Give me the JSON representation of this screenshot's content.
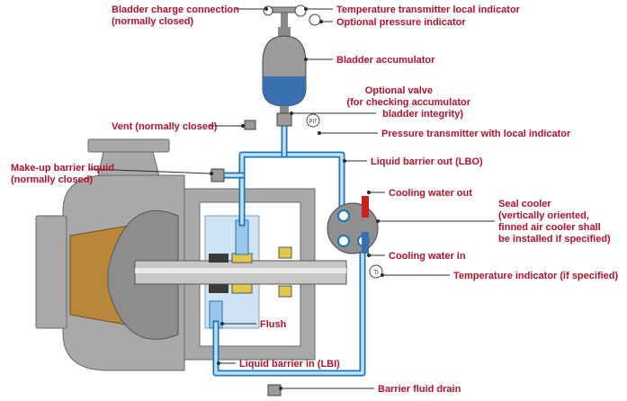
{
  "labels": {
    "bladder_charge": [
      "Bladder charge connection",
      "(normally closed)"
    ],
    "temp_transmitter": [
      "Temperature transmitter local indicator"
    ],
    "optional_pressure": [
      "Optional pressure indicator"
    ],
    "bladder_accumulator": [
      "Bladder accumulator"
    ],
    "optional_valve": [
      "Optional valve",
      "(for checking accumulator",
      "bladder integrity)"
    ],
    "vent": [
      "Vent (normally closed)"
    ],
    "pressure_transmitter": [
      "Pressure transmitter with local indicator"
    ],
    "makeup": [
      "Make-up barrier liquid",
      "(normally closed)"
    ],
    "lbo": [
      "Liquid barrier out (LBO)"
    ],
    "cooling_out": [
      "Cooling water out"
    ],
    "seal_cooler": [
      "Seal cooler",
      "(vertically oriented,",
      "finned air cooler shall",
      "be installed if specified)"
    ],
    "cooling_in": [
      "Cooling water in"
    ],
    "temp_indicator": [
      "Temperature indicator (if specified)"
    ],
    "flush": [
      "Flush"
    ],
    "lbi": [
      "Liquid barrier in (LBI)"
    ],
    "drain": [
      "Barrier fluid drain"
    ]
  },
  "instrument_tags": {
    "pit": "PIT",
    "ti": "TI"
  },
  "colors": {
    "label": "#b3122b",
    "pipe": "#1d74b8",
    "pipe_fill": "#bfe4fa",
    "casing": "#a9a9a9",
    "bronze": "#b8873a",
    "accumulator": "#3a6fb0"
  }
}
